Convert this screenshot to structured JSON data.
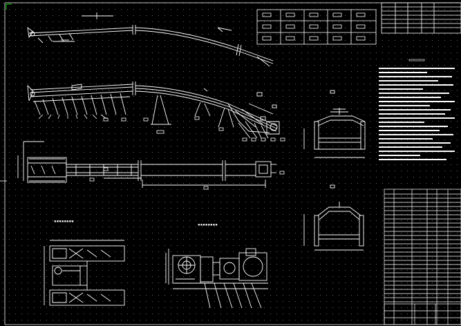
{
  "canvas": {
    "background": "#000000",
    "grid_color": "#6a6a6a",
    "line_color": "#ffffff",
    "accent_color": "#00ff00"
  },
  "views": [
    {
      "id": "top-elevation",
      "icon": "conveyor-elevation-outline"
    },
    {
      "id": "mid-elevation",
      "icon": "conveyor-elevation-detailed"
    },
    {
      "id": "plan",
      "icon": "conveyor-plan-view"
    },
    {
      "id": "idler-section-upper",
      "icon": "troughing-idler-section"
    },
    {
      "id": "idler-section-lower",
      "icon": "return-idler-section"
    },
    {
      "id": "tail-plan-detail",
      "icon": "tail-station-detail"
    },
    {
      "id": "drive-unit-detail",
      "icon": "drive-unit-assembly"
    }
  ],
  "tables": [
    {
      "id": "parts-list-top",
      "icon": "parts-table"
    },
    {
      "id": "title-block-top",
      "icon": "title-block"
    },
    {
      "id": "tech-notes",
      "icon": "notes-block"
    },
    {
      "id": "bom-bottom",
      "icon": "bill-of-materials"
    }
  ]
}
